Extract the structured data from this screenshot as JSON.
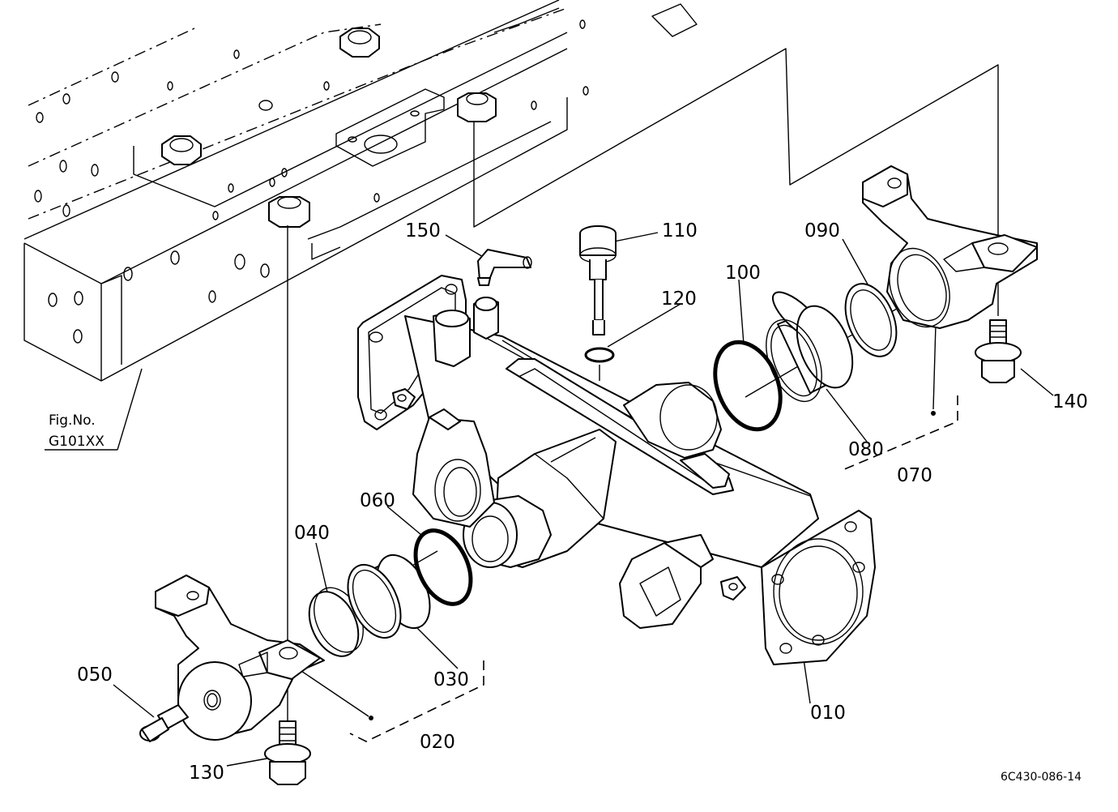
{
  "figure_ref": {
    "line1": "Fig.No.",
    "line2": "G101XX"
  },
  "drawing_code": "6C430-086-14",
  "parts": [
    {
      "number": "010"
    },
    {
      "number": "020"
    },
    {
      "number": "030"
    },
    {
      "number": "040"
    },
    {
      "number": "050"
    },
    {
      "number": "060"
    },
    {
      "number": "070"
    },
    {
      "number": "080"
    },
    {
      "number": "090"
    },
    {
      "number": "100"
    },
    {
      "number": "110"
    },
    {
      "number": "120"
    },
    {
      "number": "130"
    },
    {
      "number": "140"
    },
    {
      "number": "150"
    }
  ]
}
